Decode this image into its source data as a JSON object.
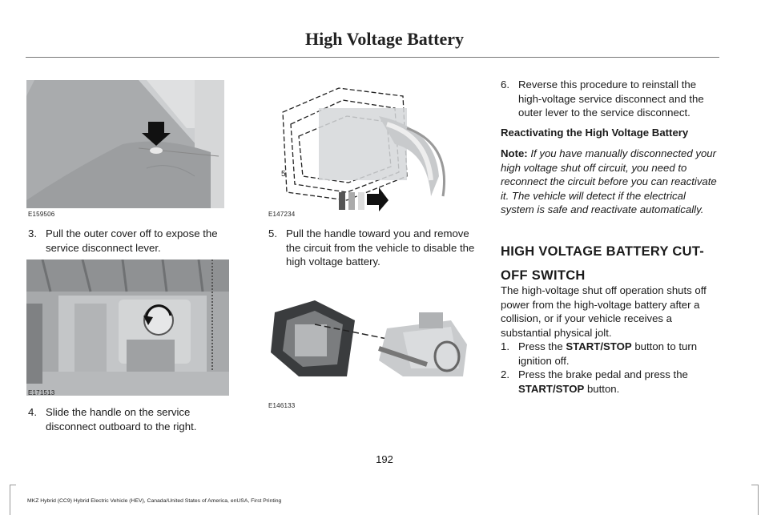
{
  "header": {
    "title": "High Voltage Battery"
  },
  "figures": {
    "f1": {
      "code": "E159506"
    },
    "f2": {
      "code": "E171513"
    },
    "f3": {
      "code": "E147234"
    },
    "f4": {
      "code": "E146133"
    }
  },
  "steps": {
    "s3": {
      "num": "3.",
      "text": "Pull the outer cover off to expose the service disconnect lever."
    },
    "s4": {
      "num": "4.",
      "text": "Slide the handle on the service disconnect outboard to the right."
    },
    "s5": {
      "num": "5.",
      "text": "Pull the handle toward you and remove the circuit from the vehicle to disable the high voltage battery."
    },
    "s6": {
      "num": "6.",
      "text": "Reverse this procedure to reinstall the high-voltage service disconnect and the outer lever to the service disconnect."
    }
  },
  "reactivating": {
    "heading": "Reactivating the High Voltage Battery",
    "note_label": "Note:",
    "note_text": "If you have manually disconnected your high voltage shut off circuit, you need to reconnect the circuit before you can reactivate it. The vehicle will detect if the electrical system is safe and reactivate automatically."
  },
  "cutoff": {
    "heading_line1": "HIGH VOLTAGE BATTERY CUT-",
    "heading_line2": "OFF SWITCH",
    "intro": "The high-voltage shut off operation shuts off power from the high-voltage battery after a collision, or if your vehicle receives a substantial physical jolt.",
    "step1": {
      "num": "1.",
      "pre": "Press the ",
      "bold": "START/STOP",
      "post": " button to turn ignition off."
    },
    "step2": {
      "num": "2.",
      "pre": "Press the brake pedal and press the ",
      "bold": "START/STOP",
      "post": " button."
    }
  },
  "page_number": "192",
  "footer": "MKZ Hybrid (CC9) Hybrid Electric Vehicle (HEV), Canada/United States of America, enUSA, First Printing"
}
